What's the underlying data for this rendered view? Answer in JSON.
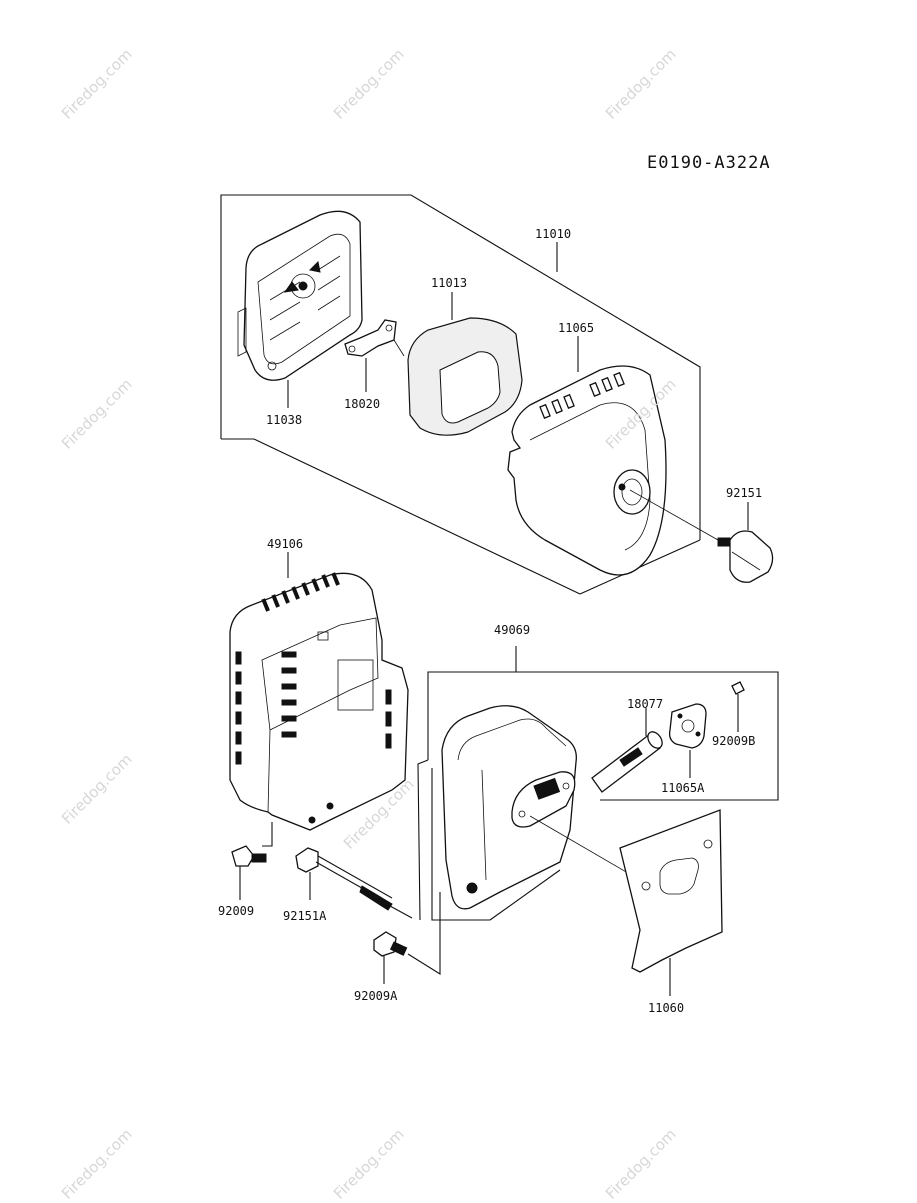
{
  "drawing_id": "E0190-A322A",
  "watermark_text": "Firedog.com",
  "parts": [
    {
      "id": "p11010",
      "label": "11010"
    },
    {
      "id": "p11013",
      "label": "11013"
    },
    {
      "id": "p11065",
      "label": "11065"
    },
    {
      "id": "p11038",
      "label": "11038"
    },
    {
      "id": "p18020",
      "label": "18020"
    },
    {
      "id": "p92151",
      "label": "92151"
    },
    {
      "id": "p49106",
      "label": "49106"
    },
    {
      "id": "p49069",
      "label": "49069"
    },
    {
      "id": "p18077",
      "label": "18077"
    },
    {
      "id": "p92009B",
      "label": "92009B"
    },
    {
      "id": "p11065A",
      "label": "11065A"
    },
    {
      "id": "p92009",
      "label": "92009"
    },
    {
      "id": "p92151A",
      "label": "92151A"
    },
    {
      "id": "p92009A",
      "label": "92009A"
    },
    {
      "id": "p11060",
      "label": "11060"
    }
  ]
}
